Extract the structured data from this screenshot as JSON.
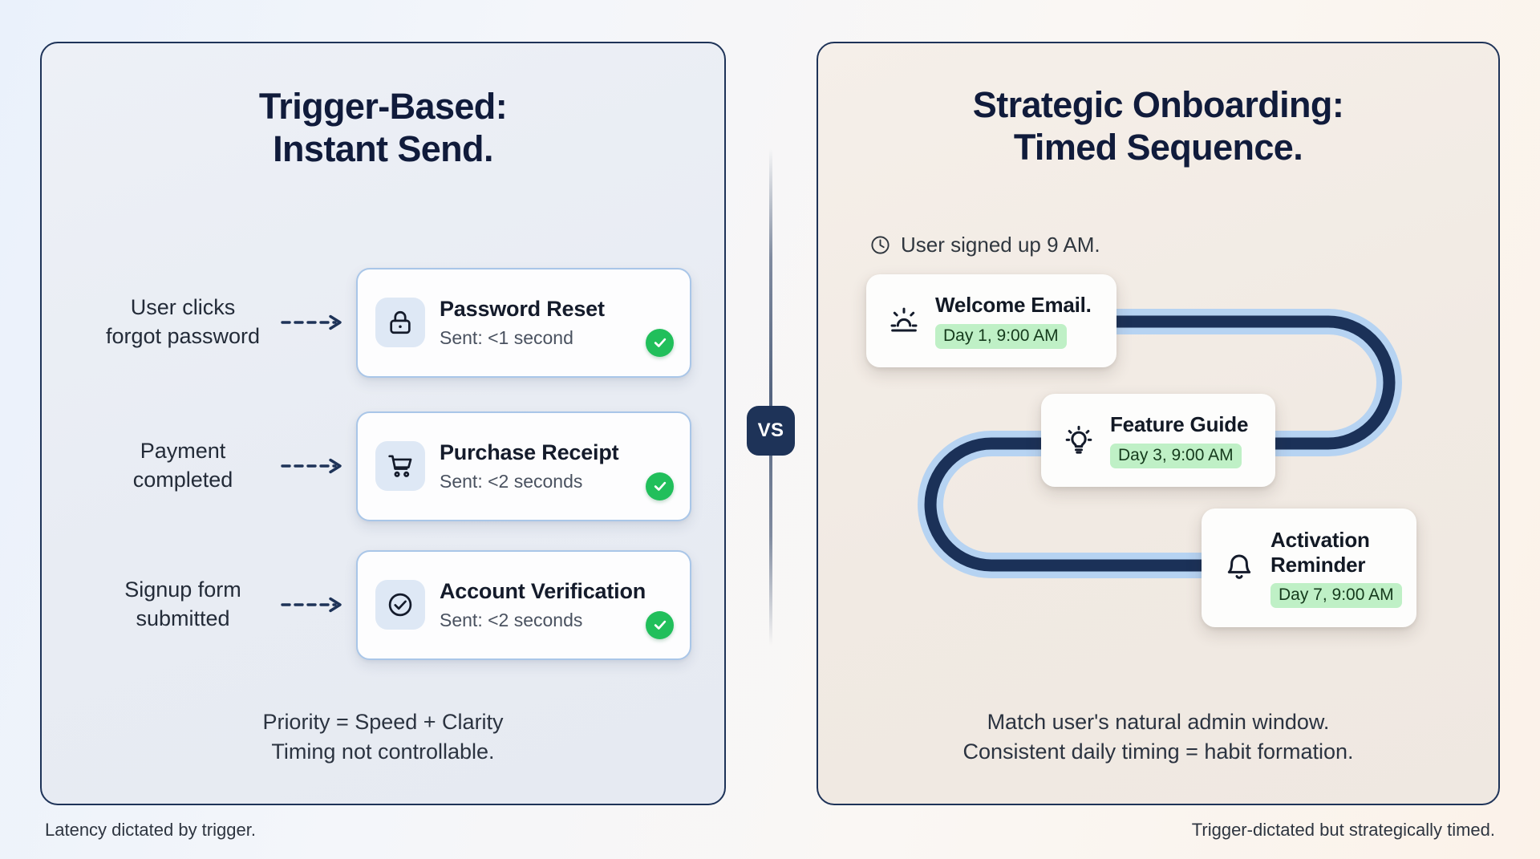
{
  "meta": {
    "vs_label": "VS",
    "accent_navy": "#1E3358",
    "accent_blue": "#A9C6E8",
    "accent_green": "#21BF5B",
    "badge_green_bg": "#BFF0C6",
    "left_panel_bg": "#EAEEF5",
    "right_panel_bg": "#F2EBE4"
  },
  "left_panel": {
    "title_line1": "Trigger-Based:",
    "title_line2": "Instant Send.",
    "rows": [
      {
        "label_line1": "User clicks",
        "label_line2": "forgot password",
        "icon": "lock-icon",
        "title": "Password Reset",
        "subtitle": "Sent: <1 second",
        "status_icon": "check-circle-icon"
      },
      {
        "label_line1": "Payment",
        "label_line2": "completed",
        "icon": "shopping-cart-icon",
        "title": "Purchase Receipt",
        "subtitle": "Sent: <2 seconds",
        "status_icon": "check-circle-icon"
      },
      {
        "label_line1": "Signup form",
        "label_line2": "submitted",
        "icon": "check-circle-outline-icon",
        "title": "Account Verification",
        "subtitle": "Sent: <2 seconds",
        "status_icon": "check-circle-icon"
      }
    ],
    "summary_line1": "Priority = Speed + Clarity",
    "summary_line2": "Timing not controllable.",
    "footer_caption": "Latency dictated by trigger."
  },
  "right_panel": {
    "title_line1": "Strategic Onboarding:",
    "title_line2": "Timed Sequence.",
    "signup_note": "User signed up 9 AM.",
    "signup_note_icon": "clock-icon",
    "steps": [
      {
        "icon": "sunrise-icon",
        "title": "Welcome Email.",
        "badge": "Day 1, 9:00 AM"
      },
      {
        "icon": "lightbulb-icon",
        "title": "Feature Guide",
        "badge": "Day 3, 9:00 AM"
      },
      {
        "icon": "bell-icon",
        "title_line1": "Activation",
        "title_line2": "Reminder",
        "badge": "Day 7, 9:00 AM"
      }
    ],
    "summary_line1": "Match user's natural admin window.",
    "summary_line2": "Consistent daily timing = habit formation.",
    "footer_caption": "Trigger-dictated but strategically timed."
  }
}
